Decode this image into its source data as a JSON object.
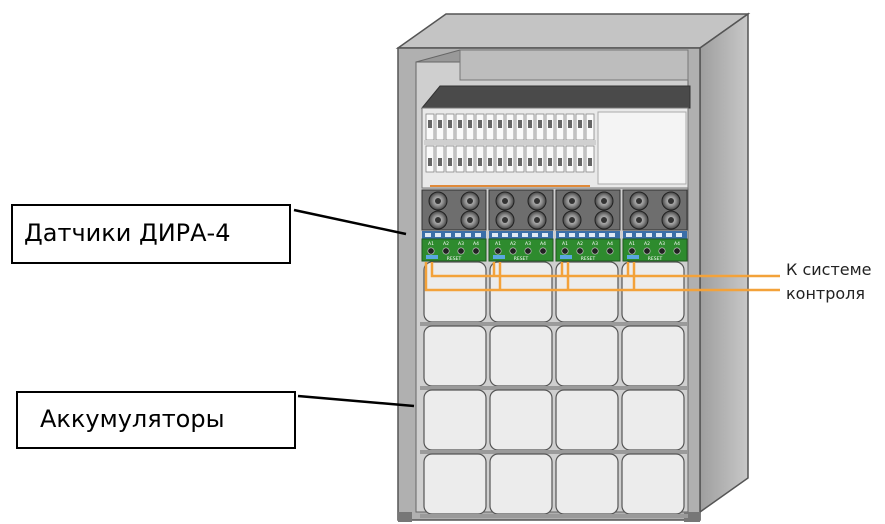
{
  "labels": {
    "sensors": "Датчики ДИРА-4",
    "batteries": "Аккумуляторы",
    "control_line1": "К системе",
    "control_line2": "контроля"
  },
  "sensor_module": {
    "reset_label": "RESET",
    "channel_labels": [
      "A1",
      "A2",
      "A3",
      "A4"
    ],
    "count": 4
  },
  "battery_grid": {
    "rows": 4,
    "cols": 4
  },
  "colors": {
    "cabinet": "#b9b9b9",
    "cabinet_dark": "#8c8c8c",
    "sensor_board": "#2e8b2e",
    "wire": "#f3a23a",
    "battery": "#ececec"
  }
}
